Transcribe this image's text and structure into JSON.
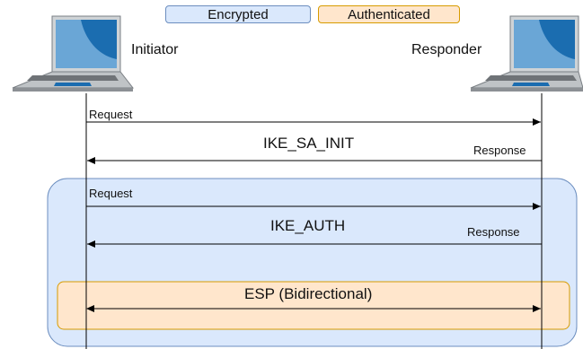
{
  "legend": {
    "encrypted": "Encrypted",
    "authenticated": "Authenticated",
    "encrypted_color": "#dae8fc",
    "authenticated_color": "#ffe6cc"
  },
  "nodes": {
    "initiator": "Initiator",
    "responder": "Responder",
    "icon": "laptop-icon"
  },
  "phases": {
    "ike_sa_init": {
      "title": "IKE_SA_INIT",
      "request": "Request",
      "response": "Response"
    },
    "ike_auth": {
      "title": "IKE_AUTH",
      "request": "Request",
      "response": "Response"
    },
    "esp": {
      "title": "ESP (Bidirectional)"
    }
  }
}
